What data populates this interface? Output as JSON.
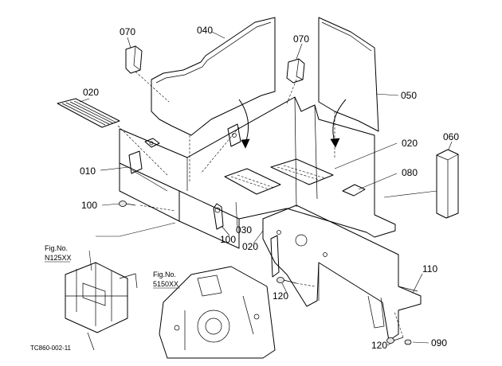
{
  "diagram": {
    "code": "TC860-002-11",
    "callouts": {
      "c070a": "070",
      "c040": "040",
      "c070b": "070",
      "c050": "050",
      "c020a": "020",
      "c010": "010",
      "c100a": "100",
      "c100b": "100",
      "c030": "030",
      "c020b": "020",
      "c020c": "020",
      "c080": "080",
      "c060": "060",
      "c110": "110",
      "c120a": "120",
      "c120b": "120",
      "c090": "090"
    },
    "refs": {
      "fig_a": "Fig.No.",
      "fig_a_no": "N125XX",
      "fig_b": "Fig.No.",
      "fig_b_no": "5150XX"
    }
  }
}
